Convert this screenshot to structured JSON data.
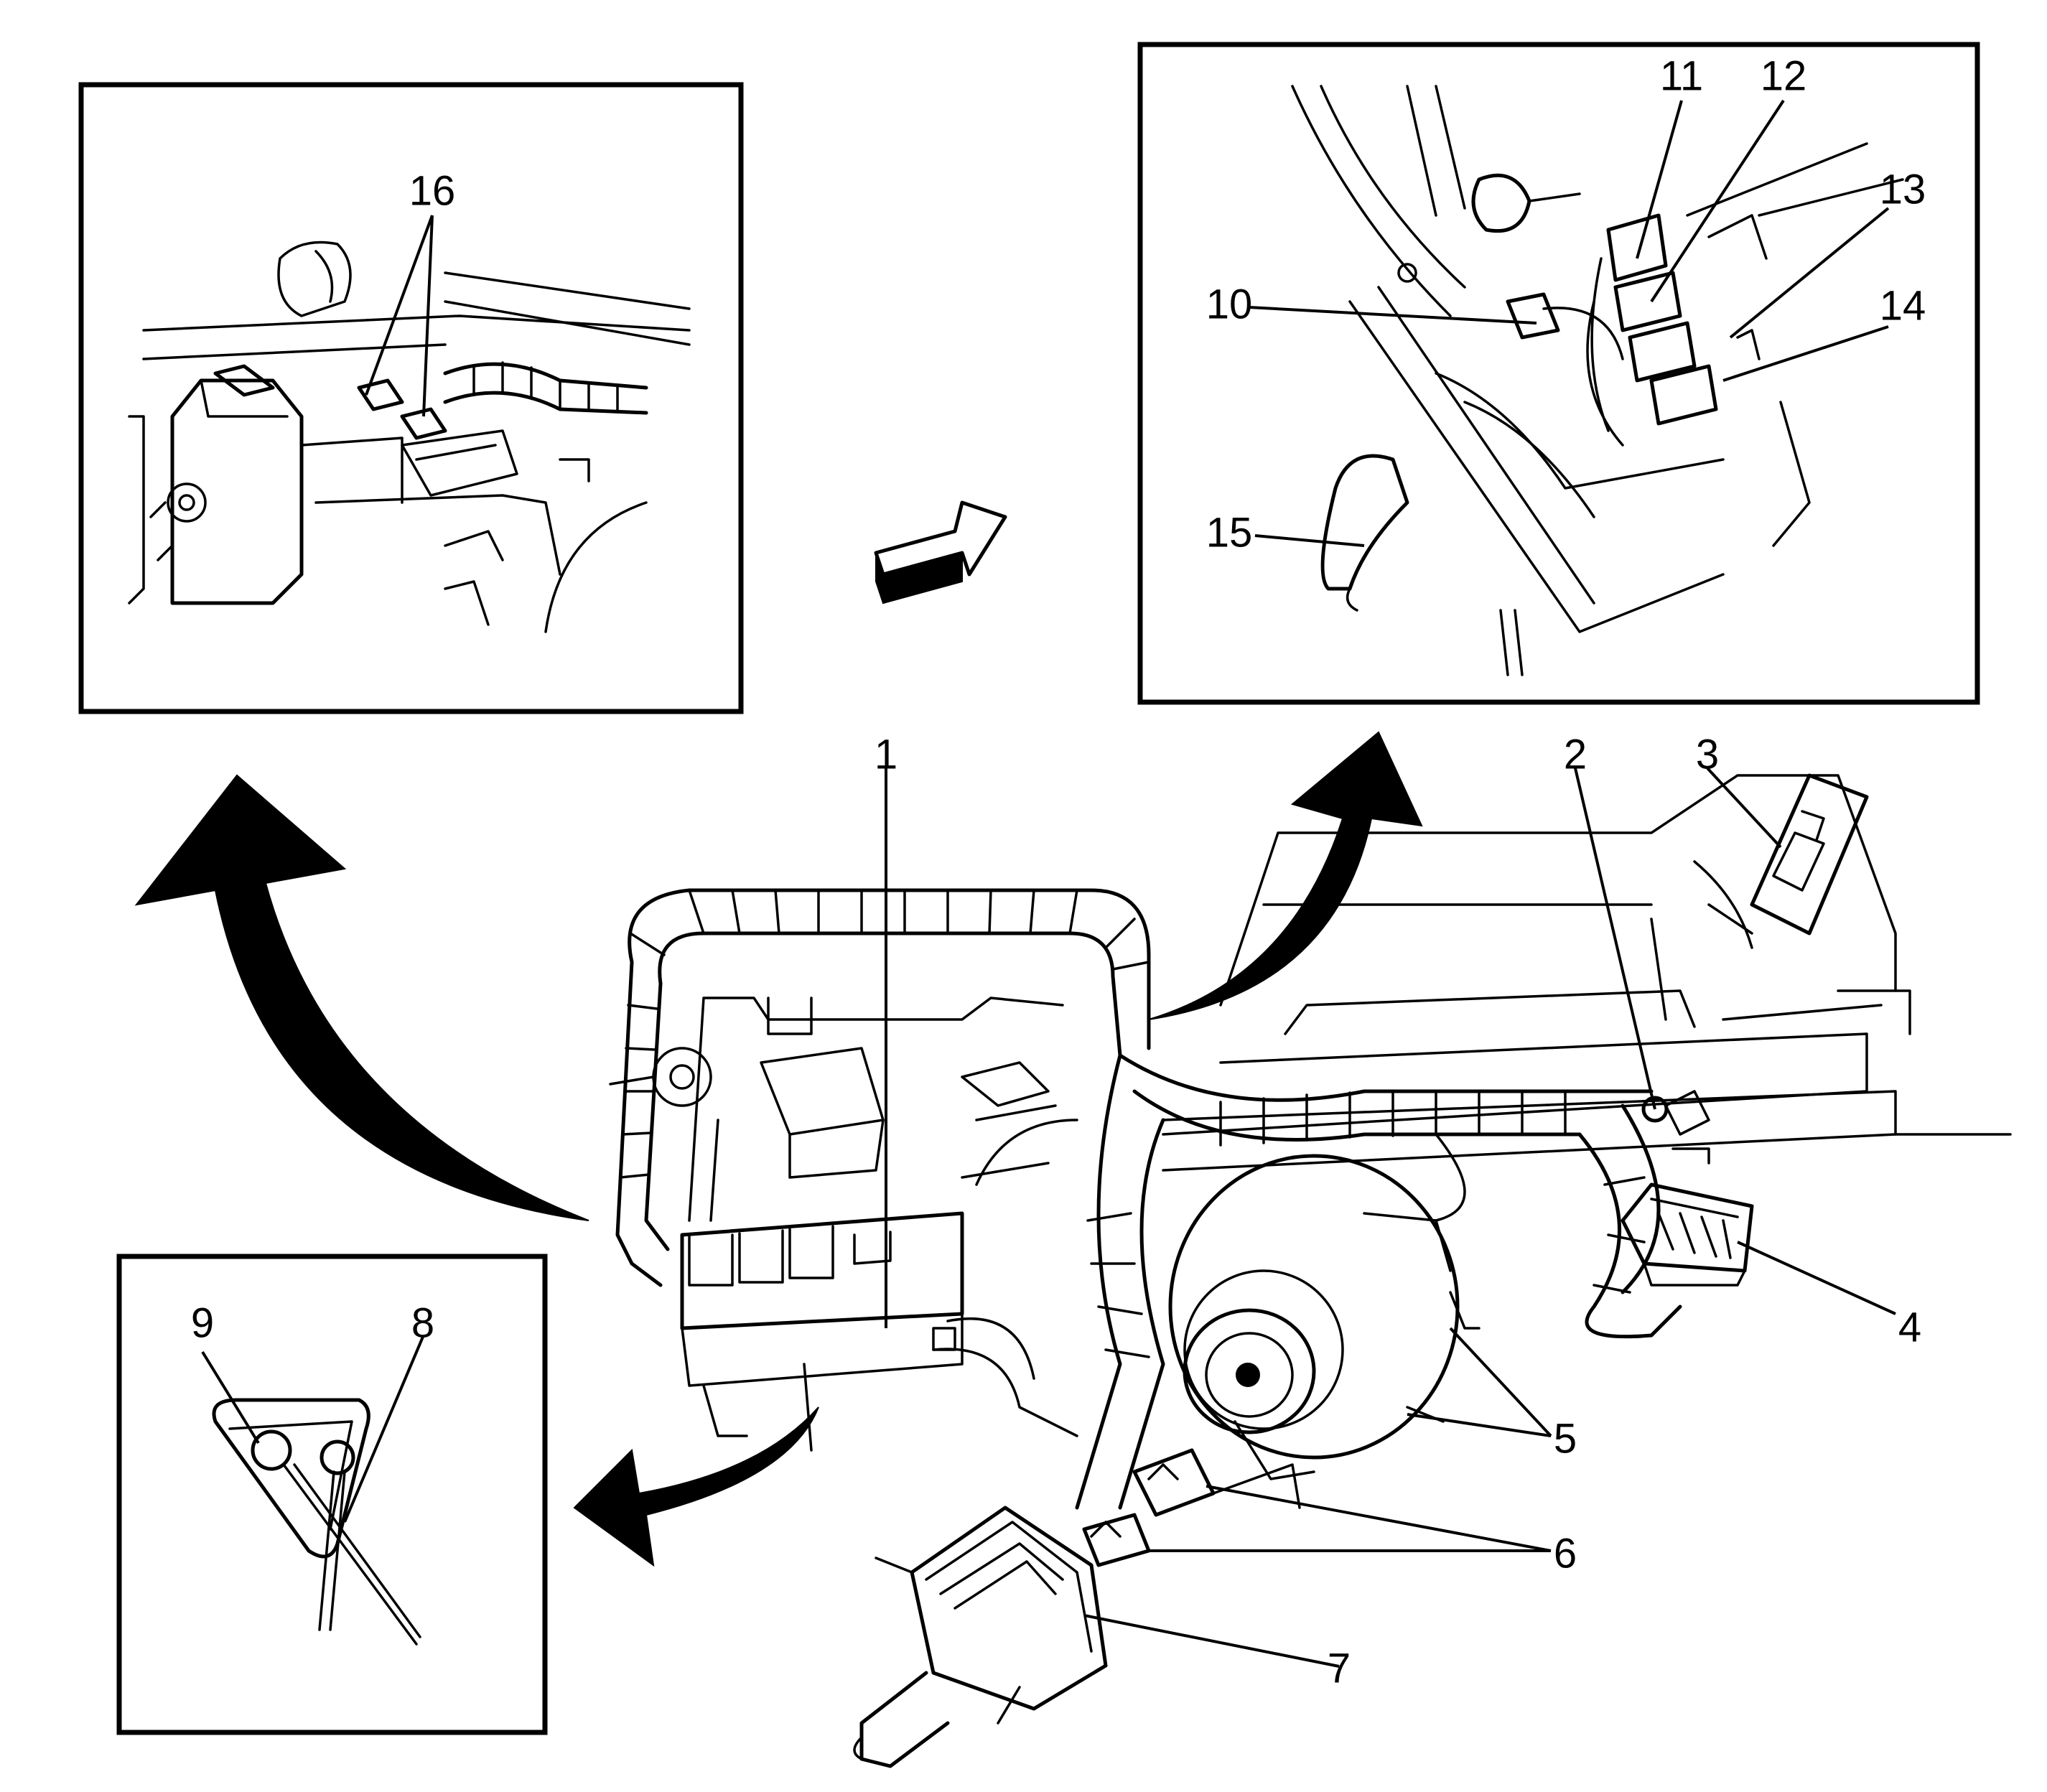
{
  "callouts": {
    "c1": "1",
    "c2": "2",
    "c3": "3",
    "c4": "4",
    "c5": "5",
    "c6": "6",
    "c7": "7",
    "c8": "8",
    "c9": "9",
    "c10": "10",
    "c11": "11",
    "c12": "12",
    "c13": "13",
    "c14": "14",
    "c15": "15",
    "c16": "16"
  },
  "colors": {
    "ink": "#000000",
    "background": "#ffffff"
  }
}
